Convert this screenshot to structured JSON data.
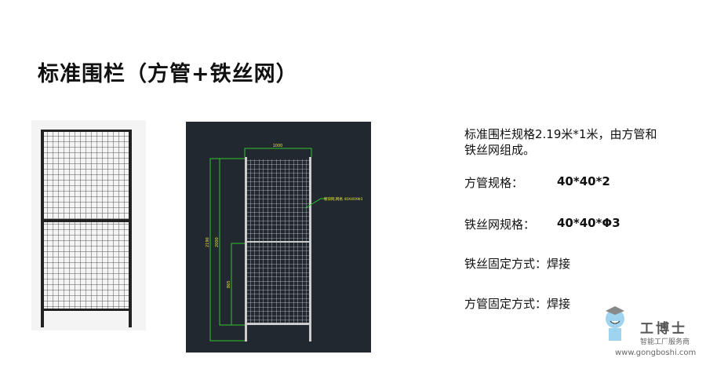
{
  "title": "标准围栏（方管+铁丝网）",
  "drawing": {
    "width_dim": "1000",
    "height_total": "2190",
    "height_panel": "2000",
    "height_mid": "865",
    "mesh_label": "镀锌网,网格 40X40XΦ3"
  },
  "specs": {
    "summary_line1": "标准围栏规格2.19米*1米，由方管和",
    "summary_line2": "铁丝网组成。",
    "tube_label": "方管规格：",
    "tube_value": "40*40*2",
    "mesh_label": "铁丝网规格：",
    "mesh_value": "40*40*Φ3",
    "wire_fix": "铁丝固定方式：焊接",
    "tube_fix": "方管固定方式：焊接"
  },
  "logo": {
    "name": "工博士",
    "slogan": "智能工厂服务商",
    "url": "www.gongboshi.com"
  }
}
